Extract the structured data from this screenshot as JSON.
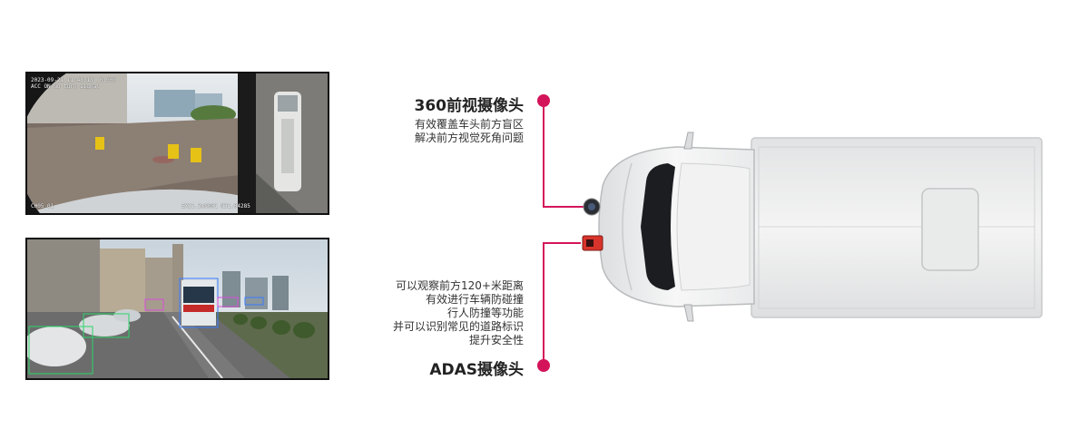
{
  "front_camera": {
    "title": "360前视摄像头",
    "desc_lines": [
      "有效覆盖车头前方盲区",
      "解决前方视觉死角问题"
    ]
  },
  "adas_camera": {
    "title": "ADAS摄像头",
    "desc_lines": [
      "可以观察前方120+米距离",
      "有效进行车辆防碰撞",
      "行人防撞等功能",
      "并可以识别常见的道路标识",
      "提升安全性"
    ]
  },
  "screen_360": {
    "osd_top": "2023-09-21 11:48:18  0.000\nACC ON No turn signal",
    "osd_bottom_left": "CH05 01",
    "osd_bottom_right": "EX21.3x8001 N31.04285"
  },
  "colors": {
    "accent": "#d4145a",
    "camera_red": "#d9342b"
  }
}
